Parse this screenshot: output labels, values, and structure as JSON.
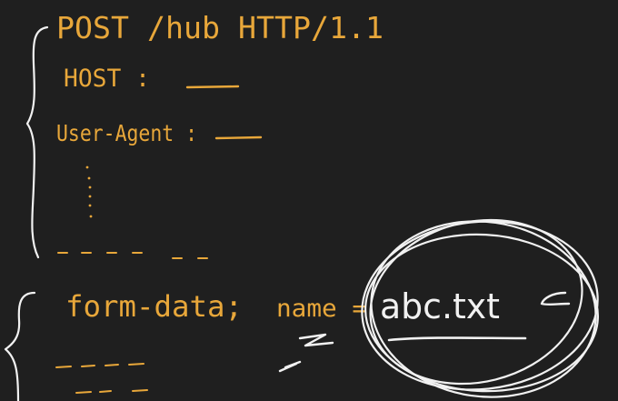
{
  "request": {
    "request_line": "POST /hub HTTP/1.1",
    "host_label": "HOST :",
    "user_agent_label": "User-Agent :"
  },
  "body": {
    "form_data": "form-data;",
    "name_label": "name =",
    "file_name": "abc.txt"
  },
  "colors": {
    "background": "#1f1f1f",
    "marker_orange": "#e8a73a",
    "marker_white": "#f1f1f1"
  }
}
